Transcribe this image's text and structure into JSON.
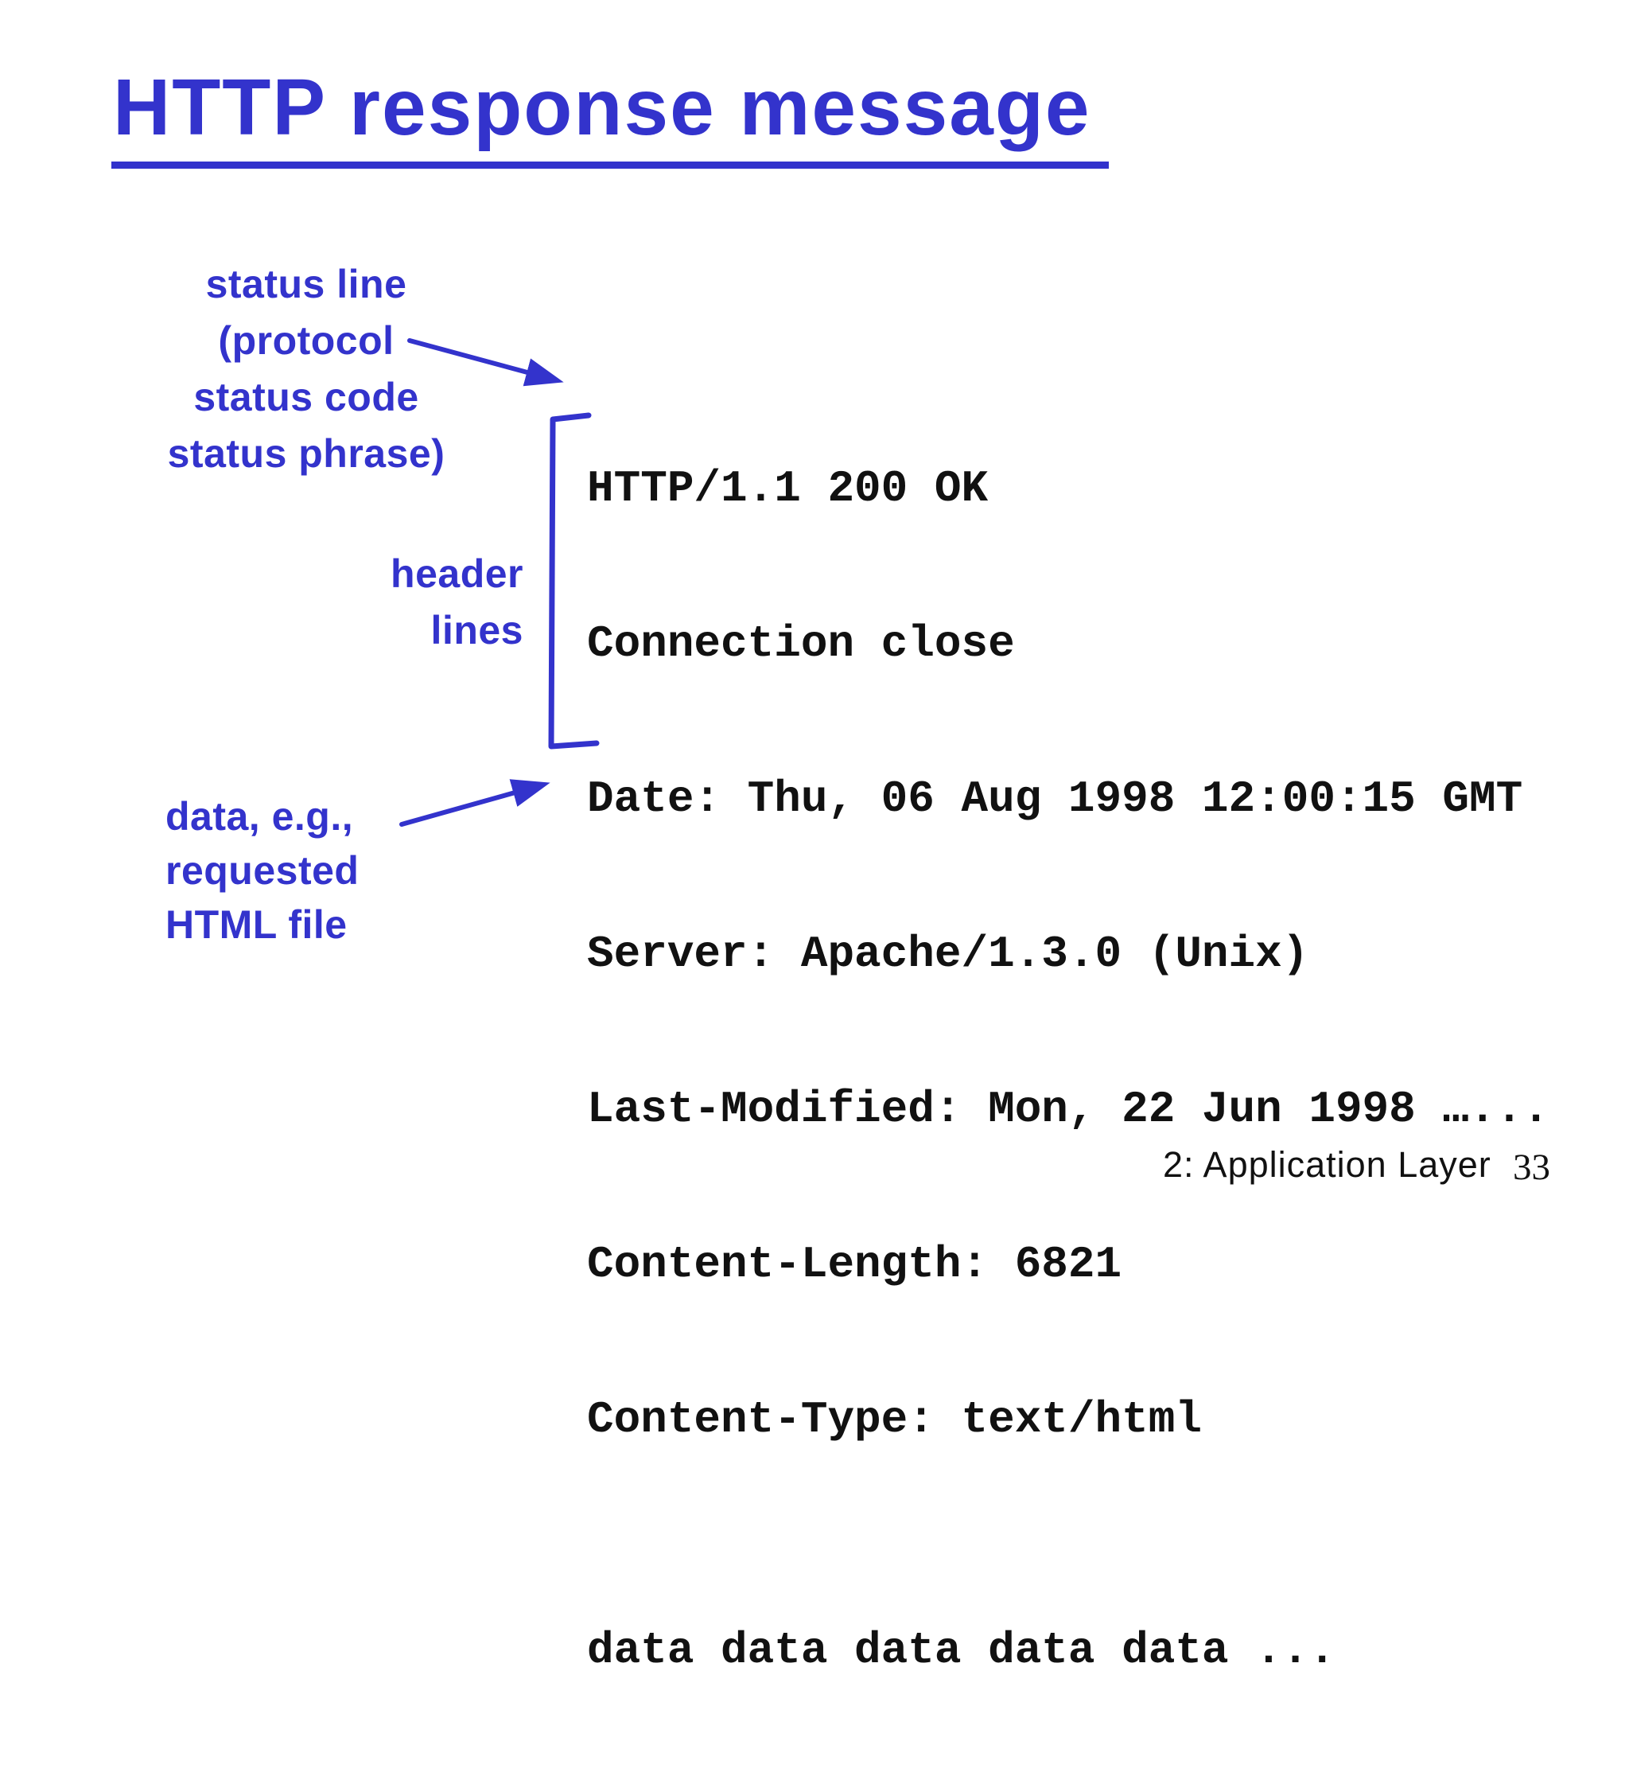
{
  "slide": {
    "title": "HTTP response message",
    "annotations": {
      "status_label": {
        "line1": "status line",
        "line2": "(protocol",
        "line3": "status code",
        "line4": "status phrase)"
      },
      "header_label": {
        "line1": "header",
        "line2": "lines"
      },
      "data_label": {
        "line1": "data, e.g.,",
        "line2": "requested",
        "line3": "HTML file"
      }
    },
    "response": {
      "status_line": "HTTP/1.1 200 OK",
      "header_lines": [
        "Connection close",
        "Date: Thu, 06 Aug 1998 12:00:15 GMT",
        "Server: Apache/1.3.0 (Unix)",
        "Last-Modified: Mon, 22 Jun 1998 …...",
        "Content-Length: 6821",
        "Content-Type: text/html"
      ],
      "data_line": "data data data data data ..."
    },
    "footer": {
      "section_label": "2: Application Layer",
      "page_number": "33"
    },
    "colors": {
      "accent_blue": "#3333cc",
      "code_black": "#111111",
      "background": "#ffffff"
    }
  }
}
